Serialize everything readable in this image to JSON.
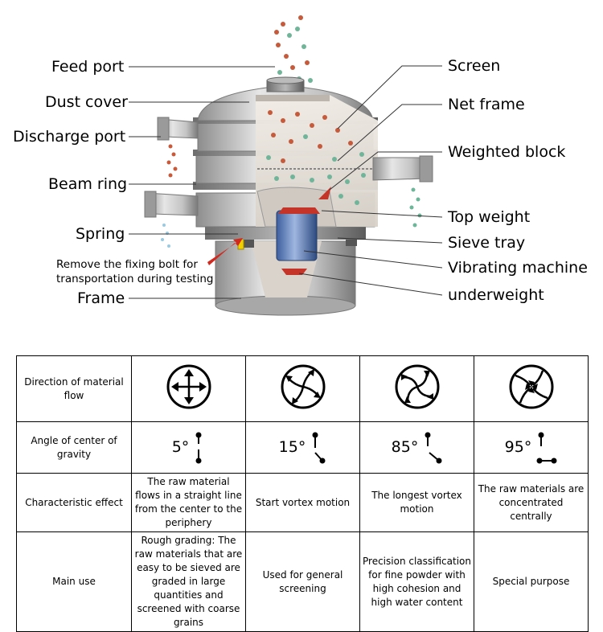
{
  "labels_left": [
    {
      "id": "feed-port",
      "text": "Feed port"
    },
    {
      "id": "dust-cover",
      "text": "Dust cover"
    },
    {
      "id": "discharge-port",
      "text": "Discharge port"
    },
    {
      "id": "beam-ring",
      "text": "Beam ring"
    },
    {
      "id": "spring",
      "text": "Spring"
    },
    {
      "id": "frame",
      "text": "Frame"
    }
  ],
  "labels_right": [
    {
      "id": "screen",
      "text": "Screen"
    },
    {
      "id": "net-frame",
      "text": "Net frame"
    },
    {
      "id": "weighted-block",
      "text": "Weighted block"
    },
    {
      "id": "top-weight",
      "text": "Top weight"
    },
    {
      "id": "sieve-tray",
      "text": "Sieve tray"
    },
    {
      "id": "vibrating-machine",
      "text": "Vibrating machine"
    },
    {
      "id": "underweight",
      "text": "underweight"
    }
  ],
  "note": {
    "line1": "Remove the fixing bolt for",
    "line2": "transportation during testing"
  },
  "table": {
    "row_headers": {
      "flow": "Direction of material flow",
      "angle": "Angle of center of gravity",
      "effect": "Characteristic effect",
      "use": "Main use"
    },
    "columns": [
      {
        "flow_icon": "straight-arrows-icon",
        "angle": "5°",
        "effect": "The raw material flows in a straight line from the center to the periphery",
        "use": "Rough grading: The raw materials that are easy to be sieved are graded in large quantities and screened with coarse grains"
      },
      {
        "flow_icon": "slight-vortex-icon",
        "angle": "15°",
        "effect": "Start vortex motion",
        "use": "Used for general screening"
      },
      {
        "flow_icon": "strong-vortex-icon",
        "angle": "85°",
        "effect": "The longest vortex motion",
        "use": "Precision classification for fine powder with high cohesion and high water content"
      },
      {
        "flow_icon": "central-flow-icon",
        "angle": "95°",
        "effect": "The raw materials are concentrated centrally",
        "use": "Special purpose"
      }
    ]
  }
}
